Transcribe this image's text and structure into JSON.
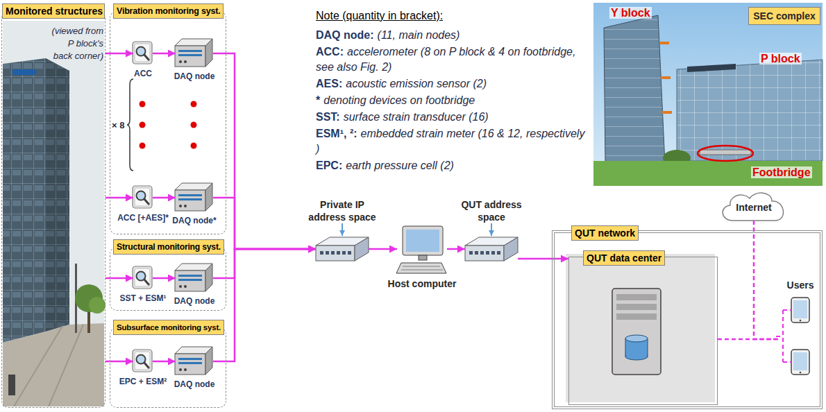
{
  "diagram": {
    "nodes": [
      {
        "text": [
          "Monitored structures",
          "(viewed from P block's back corner)"
        ]
      },
      {
        "text": [
          "Vibration monitoring syst."
        ]
      },
      {
        "text": [
          "ACC"
        ],
        "in": 1
      },
      {
        "text": [
          "DAQ node"
        ],
        "in": 1
      },
      {
        "text": [
          "ACC [+AES]*"
        ],
        "in": 1
      },
      {
        "text": [
          "DAQ node*"
        ],
        "in": 1
      },
      {
        "text": [
          "Structural monitoring syst."
        ]
      },
      {
        "text": [
          "SST + ESM¹"
        ],
        "in": 6
      },
      {
        "text": [
          "DAQ node"
        ],
        "in": 6
      },
      {
        "text": [
          "Subsurface monitoring syst."
        ]
      },
      {
        "text": [
          "EPC + ESM²"
        ],
        "in": 9
      },
      {
        "text": [
          "DAQ node"
        ],
        "in": 9
      },
      {
        "text": [
          "Private IP address space"
        ]
      },
      {
        "text": [
          "Host computer"
        ]
      },
      {
        "text": [
          "QUT address space"
        ]
      },
      {
        "text": [
          "SEC complex"
        ]
      },
      {
        "text": [
          "Internet"
        ]
      },
      {
        "text": [
          "QUT network"
        ]
      },
      {
        "text": [
          "QUT data center"
        ],
        "in": 17
      },
      {
        "text": [
          "Users"
        ],
        "in": 17
      }
    ],
    "edges": [
      {
        "from": 0,
        "to": 2,
        "arrow": "to"
      },
      {
        "from": 2,
        "to": 3,
        "arrow": "to"
      },
      {
        "from": 0,
        "to": 4,
        "arrow": "to"
      },
      {
        "from": 4,
        "to": 5,
        "arrow": "to"
      },
      {
        "from": 0,
        "to": 7,
        "arrow": "to"
      },
      {
        "from": 7,
        "to": 8,
        "arrow": "to"
      },
      {
        "from": 0,
        "to": 10,
        "arrow": "to"
      },
      {
        "from": 10,
        "to": 11,
        "arrow": "to"
      },
      {
        "from": 3,
        "to": 12,
        "arrow": "to"
      },
      {
        "from": 5,
        "to": 12,
        "arrow": "to"
      },
      {
        "from": 8,
        "to": 12,
        "arrow": "to"
      },
      {
        "from": 11,
        "to": 12,
        "arrow": "to"
      },
      {
        "from": 12,
        "to": 13,
        "arrow": "to"
      },
      {
        "from": 13,
        "to": 14,
        "arrow": "to"
      },
      {
        "from": 14,
        "to": 18,
        "arrow": "to"
      },
      {
        "from": 18,
        "to": 19,
        "arrow": "none"
      },
      {
        "from": 16,
        "to": 19,
        "arrow": "none"
      }
    ],
    "labels": [
      "Note (quantity in bracket):",
      "DAQ node:",
      "(11, main nodes)",
      "ACC:",
      "accelerometer (8 on P block & 4 on footbridge, see also Fig. 2)",
      "AES:",
      "acoustic emission sensor (2)",
      "*",
      "denoting devices on footbridge",
      "SST:",
      "surface strain transducer (16)",
      "ESM¹, ²:",
      "embedded strain meter (16 & 12, respectively )",
      "EPC:",
      "earth pressure cell (2)",
      "× 8",
      "Y block",
      "P block",
      "Footbridge"
    ]
  }
}
